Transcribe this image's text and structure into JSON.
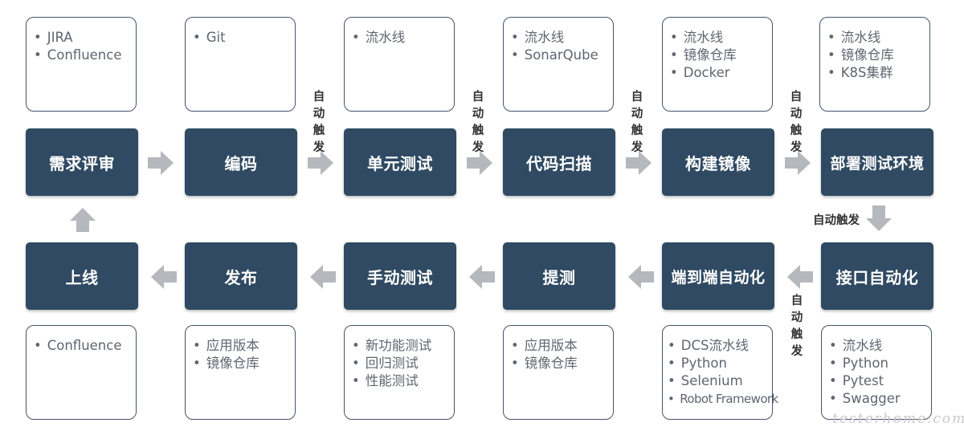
{
  "stages": {
    "s1": "需求评审",
    "s2": "编码",
    "s3": "单元测试",
    "s4": "代码扫描",
    "s5": "构建镜像",
    "s6": "部署测试环境",
    "s7": "接口自动化",
    "s8": "端到端自动化",
    "s9": "提测",
    "s10": "手动测试",
    "s11": "发布",
    "s12": "上线"
  },
  "tools": {
    "s1": [
      "JIRA",
      "Confluence"
    ],
    "s2": [
      "Git"
    ],
    "s3": [
      "流水线"
    ],
    "s4": [
      "流水线",
      "SonarQube"
    ],
    "s5": [
      "流水线",
      "镜像仓库",
      "Docker"
    ],
    "s6": [
      "流水线",
      "镜像仓库",
      "K8S集群"
    ],
    "s7": [
      "流水线",
      "Python",
      "Pytest",
      "Swagger"
    ],
    "s8": [
      "DCS流水线",
      "Python",
      "Selenium",
      "Robot Framework"
    ],
    "s9": [
      "应用版本",
      "镜像仓库"
    ],
    "s10": [
      "新功能测试",
      "回归测试",
      "性能测试"
    ],
    "s11": [
      "应用版本",
      "镜像仓库"
    ],
    "s12": [
      "Confluence"
    ]
  },
  "trigger_label": "自动触发",
  "trigger_chars": [
    "自",
    "动",
    "触",
    "发"
  ],
  "watermark": "testerhome.com",
  "colors": {
    "stage_fill": "#2f4a62",
    "arrow_fill": "#b5b8bc",
    "box_border": "#44546a"
  }
}
